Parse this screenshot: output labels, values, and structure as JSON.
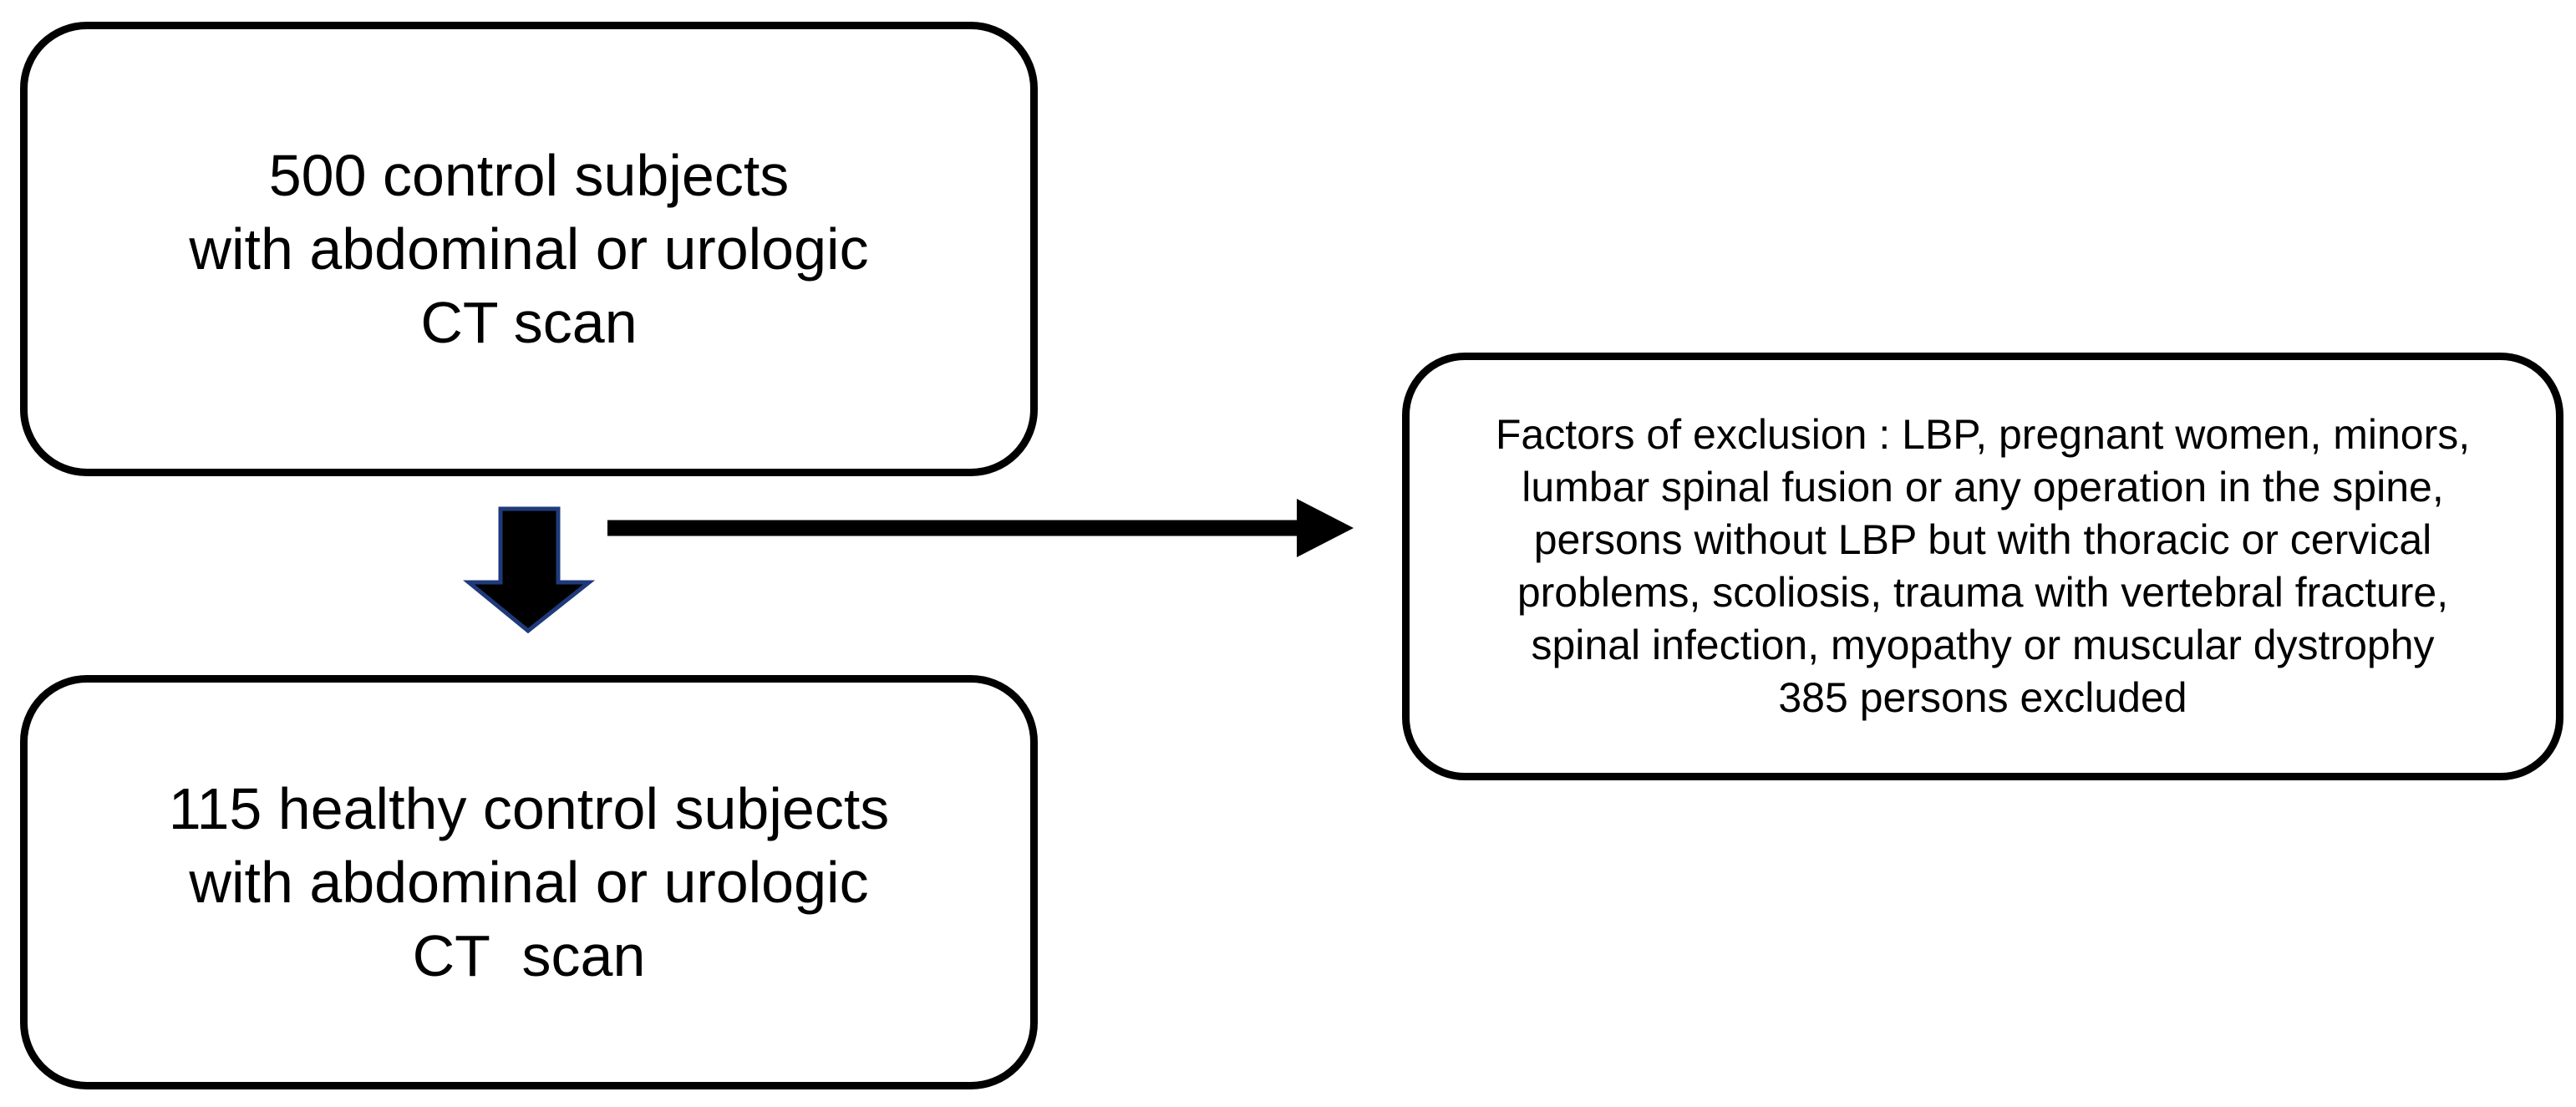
{
  "flow": {
    "start_box": {
      "lines": [
        "500 control subjects",
        "with abdominal or urologic",
        "CT scan"
      ]
    },
    "result_box": {
      "lines": [
        "115 healthy control subjects",
        "with abdominal or urologic",
        "CT  scan"
      ]
    },
    "exclusion_box": {
      "lines": [
        "Factors of exclusion : LBP, pregnant women, minors,",
        "lumbar spinal fusion or any operation in the spine,",
        "persons without LBP but with thoracic or cervical",
        "problems, scoliosis, trauma with vertebral fracture,",
        "spinal infection, myopathy or muscular dystrophy",
        "385 persons excluded"
      ]
    }
  },
  "colors": {
    "stroke": "#000000",
    "arrow_fill": "#000000",
    "arrow_outline": "#1f3a7a",
    "background": "#ffffff"
  },
  "icons": {
    "down_arrow": "down-arrow-icon",
    "right_arrow": "right-arrow-icon"
  }
}
